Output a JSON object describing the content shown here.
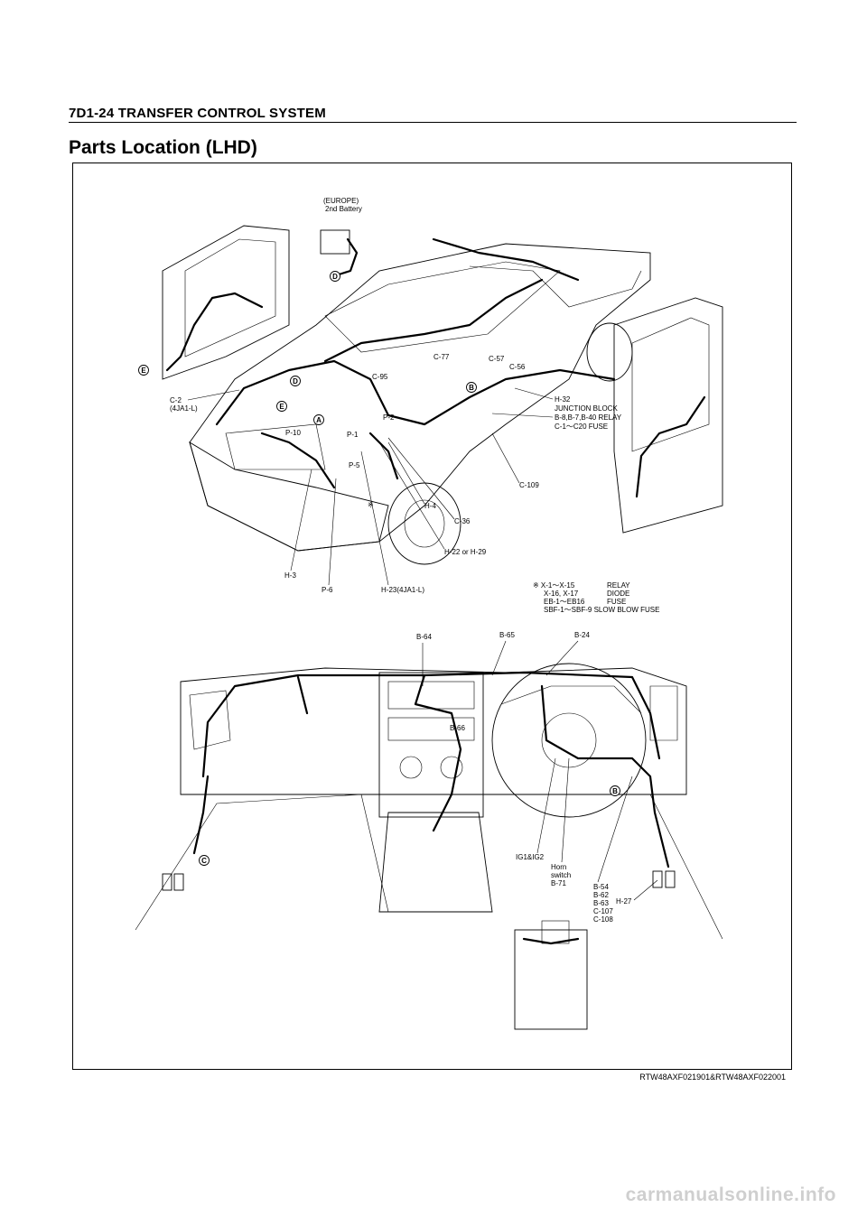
{
  "header": {
    "title": "7D1-24  TRANSFER CONTROL SYSTEM"
  },
  "section": {
    "title": "Parts Location (LHD)"
  },
  "figure": {
    "code": "RTW48AXF021901&RTW48AXF022001",
    "labels": {
      "europe": "(EUROPE)",
      "battery2": "2nd Battery",
      "c2": "C-2",
      "c2sub": "(4JA1-L)",
      "c77": "C-77",
      "c95": "C-95",
      "c57": "C-57",
      "c56": "C-56",
      "h32": "H-32",
      "jb": "JUNCTION BLOCK",
      "relay": "B-8,B-7,B-40 RELAY",
      "fuse": "C-1～C20 FUSE",
      "p10": "P-10",
      "p1": "P-1",
      "p2": "P-2",
      "p5": "P-5",
      "c109": "C-109",
      "h4": "H-4",
      "c36": "C-36",
      "h22": "H-22 or H-29",
      "h3": "H-3",
      "p6": "P-6",
      "h23": "H-23(4JA1-L)",
      "ref_mark": "※",
      "note1a": "※ X-1～X-15",
      "note1b": "RELAY",
      "note2a": "X-16, X-17",
      "note2b": "DIODE",
      "note3a": "EB-1～EB16",
      "note3b": "FUSE",
      "note4": "SBF-1～SBF-9 SLOW BLOW FUSE",
      "b64": "B-64",
      "b65": "B-65",
      "b24": "B-24",
      "b66": "B-66",
      "ig": "IG1&IG2",
      "horn1": "Horn",
      "horn2": "switch",
      "b71": "B-71",
      "b54": "B-54",
      "b62": "B-62",
      "b63": "B-63",
      "c107": "C-107",
      "c108": "C-108",
      "h27": "H-27"
    },
    "tags": {
      "a": "A",
      "b": "B",
      "c": "C",
      "d": "D",
      "e": "E"
    }
  },
  "watermark": "carmanualsonline.info"
}
